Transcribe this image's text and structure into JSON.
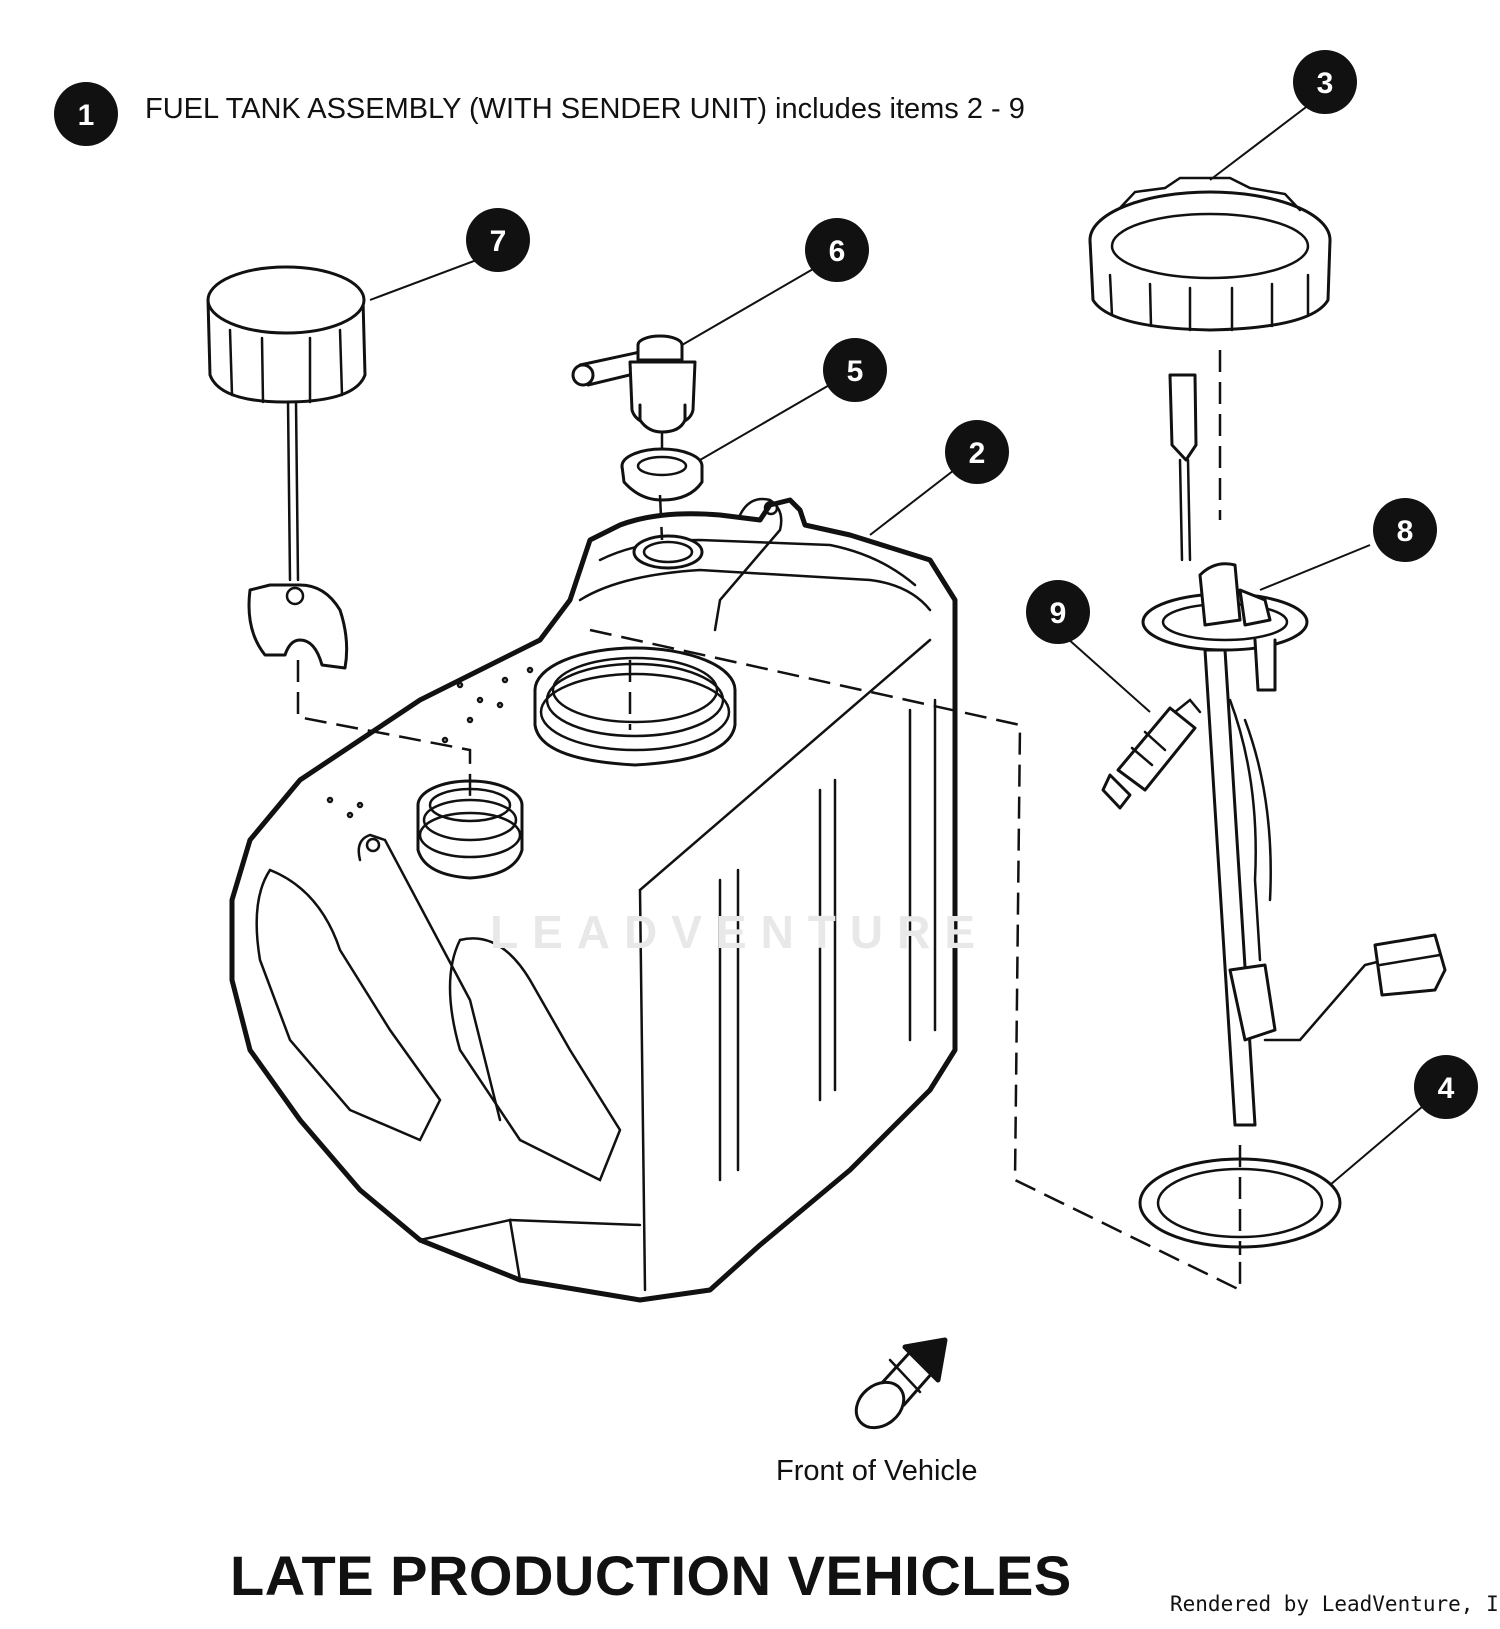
{
  "assembly": {
    "number": "1",
    "description": "FUEL TANK ASSEMBLY (WITH SENDER UNIT) includes items 2 - 9"
  },
  "callouts": [
    {
      "id": "2",
      "label": "2"
    },
    {
      "id": "3",
      "label": "3"
    },
    {
      "id": "4",
      "label": "4"
    },
    {
      "id": "5",
      "label": "5"
    },
    {
      "id": "6",
      "label": "6"
    },
    {
      "id": "7",
      "label": "7"
    },
    {
      "id": "8",
      "label": "8"
    },
    {
      "id": "9",
      "label": "9"
    }
  ],
  "direction_label": "Front of Vehicle",
  "page_title": "LATE PRODUCTION VEHICLES",
  "credit": "Rendered by LeadVenture, Inc",
  "watermark": "LEADVENTURE",
  "colors": {
    "ink": "#111111",
    "badge": "#111111",
    "paper": "#ffffff"
  }
}
